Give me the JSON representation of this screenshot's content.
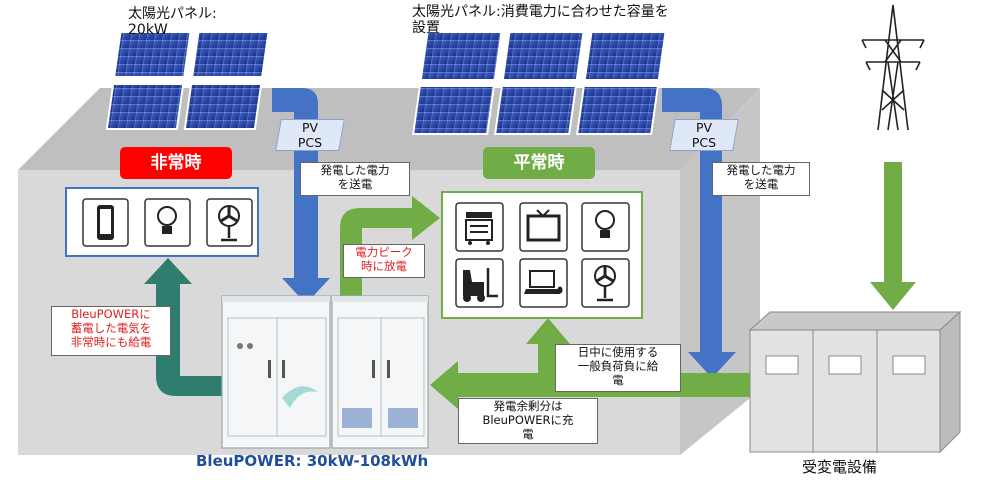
{
  "colors": {
    "wall": "#d6d6d6",
    "wall_side": "#bdbdbd",
    "blue_arrow": "#4472c4",
    "green_arrow": "#70ad47",
    "teal_arrow": "#2e7d6e",
    "emergency_red": "#ff0000",
    "normal_green": "#70ad47"
  },
  "labels": {
    "panel_left": "太陽光パネル:\n20kW",
    "panel_right": "太陽光パネル:消費電力に合わせた容量を\n設置",
    "pcs_left": "PV\nPCS",
    "pcs_right": "PV\nPCS",
    "emergency": "非常時",
    "normal": "平常時",
    "send_power_left": "発電した電力\nを送電",
    "send_power_right": "発電した電力\nを送電",
    "peak_discharge": "電力ピーク\n時に放電",
    "bleu_supply": "BleuPOWERに\n蓄電した電気を\n非常時にも給電",
    "daytime_load": "日中に使用する\n一般負荷負に給\n電",
    "surplus_charge": "発電余剰分は\nBleuPOWERに充\n電",
    "bleupower_title": "BleuPOWER: 30kW-108kWh",
    "substation": "受変電設備"
  },
  "icons": {
    "emergency": [
      "smartphone-icon",
      "lightbulb-icon",
      "fan-icon"
    ],
    "normal": [
      "copier-icon",
      "tv-icon",
      "lightbulb-icon",
      "forklift-icon",
      "laptop-icon",
      "fan-icon"
    ]
  }
}
